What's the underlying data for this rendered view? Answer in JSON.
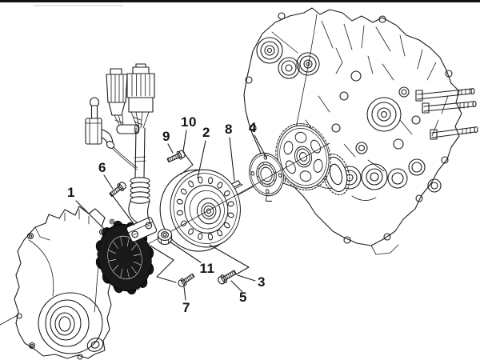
{
  "diagram": {
    "callouts": [
      {
        "label": "1"
      },
      {
        "label": "2"
      },
      {
        "label": "3"
      },
      {
        "label": "4"
      },
      {
        "label": "5"
      },
      {
        "label": "6"
      },
      {
        "label": "7"
      },
      {
        "label": "8"
      },
      {
        "label": "9"
      },
      {
        "label": "10"
      },
      {
        "label": "11"
      }
    ]
  },
  "colors": {
    "background": "#ffffff",
    "ink": "#1c1c1c",
    "dark_fill": "#191919",
    "page_edge": "#121212"
  }
}
